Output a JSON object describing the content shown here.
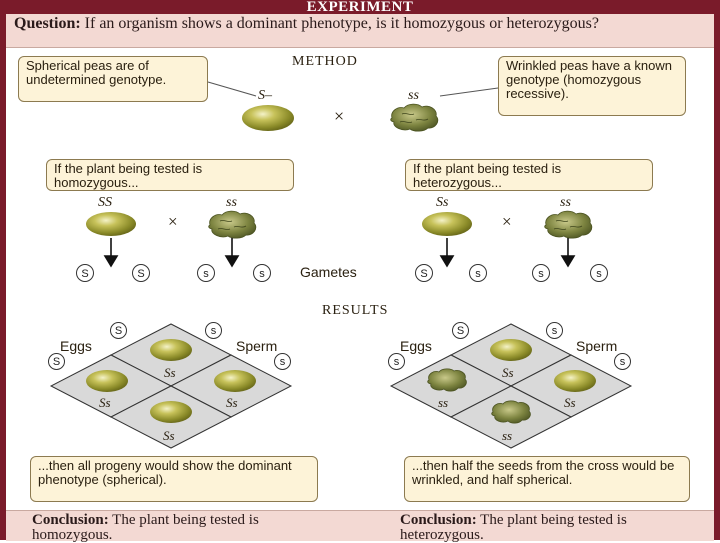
{
  "header": {
    "title": "EXPERIMENT"
  },
  "question": {
    "label": "Question:",
    "text": "If an organism shows a dominant phenotype, is it homozygous or heterozygous?"
  },
  "method": {
    "heading": "METHOD",
    "left_callout": "Spherical peas are of undetermined genotype.",
    "right_callout": "Wrinkled peas have a known genotype (homozygous recessive).",
    "left_genotype": "S–",
    "right_genotype": "ss",
    "cross_symbol": "×"
  },
  "cases": {
    "homozygous_callout": "If the plant being tested is homozygous...",
    "heterozygous_callout": "If the plant being tested is heterozygous...",
    "left_parent1": "SS",
    "left_parent2": "ss",
    "right_parent1": "Ss",
    "right_parent2": "ss",
    "cross_symbol": "×"
  },
  "gametes": {
    "label": "Gametes",
    "left": [
      "S",
      "S",
      "s",
      "s"
    ],
    "right": [
      "S",
      "s",
      "s",
      "s"
    ]
  },
  "results": {
    "heading": "RESULTS",
    "eggs_label": "Eggs",
    "sperm_label": "Sperm",
    "left_egg_gametes": [
      "S",
      "S"
    ],
    "left_sperm_gametes": [
      "s",
      "s"
    ],
    "right_egg_gametes": [
      "S",
      "s"
    ],
    "right_sperm_gametes": [
      "s",
      "s"
    ],
    "left_cells": [
      "Ss",
      "Ss",
      "Ss",
      "Ss"
    ],
    "right_cells": [
      "Ss",
      "ss",
      "Ss",
      "ss"
    ],
    "left_callout": "...then all progeny would show the dominant phenotype (spherical).",
    "right_callout": "...then half the seeds from the cross would be wrinkled, and half spherical."
  },
  "conclusion": {
    "label": "Conclusion:",
    "left_text": "The plant being tested is homozygous.",
    "right_text": "The plant being tested is heterozygous."
  },
  "colors": {
    "frame": "#7a1b2a",
    "panel": "#f3d9d3",
    "callout": "#fdf3d8",
    "grid_cell": "#d9d9d9",
    "pea_green": "#a7a83a"
  }
}
